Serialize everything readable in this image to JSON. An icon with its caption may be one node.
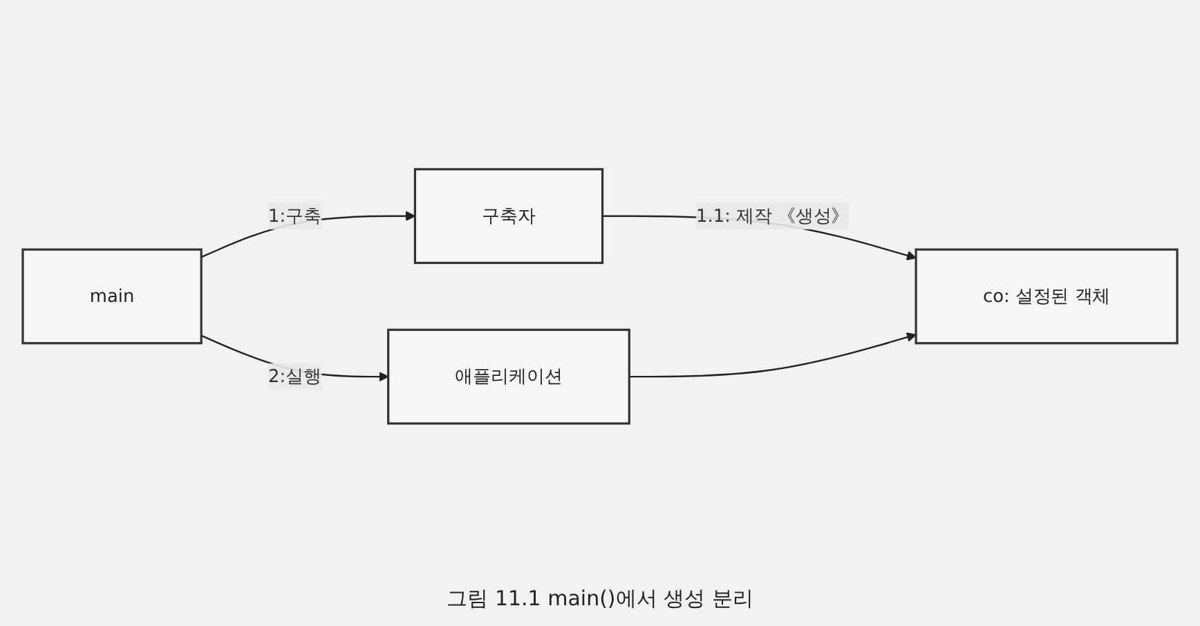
{
  "diagram": {
    "caption": "그림 11.1 main()에서 생성 분리",
    "nodes": [
      {
        "text": [
          "main"
        ]
      },
      {
        "text": [
          "애플리케이션"
        ]
      },
      {
        "text": [
          "구축자"
        ]
      },
      {
        "text": [
          "co: 설정된 객체"
        ]
      }
    ],
    "edges": [
      {
        "from": 0,
        "to": 1,
        "arrow": "to",
        "label": "2:실행"
      },
      {
        "from": 0,
        "to": 2,
        "arrow": "to",
        "label": "1:구축"
      },
      {
        "from": 2,
        "to": 3,
        "arrow": "to",
        "label": "1.1: 제작 《생성》"
      },
      {
        "from": 1,
        "to": 3,
        "arrow": "to"
      }
    ]
  }
}
